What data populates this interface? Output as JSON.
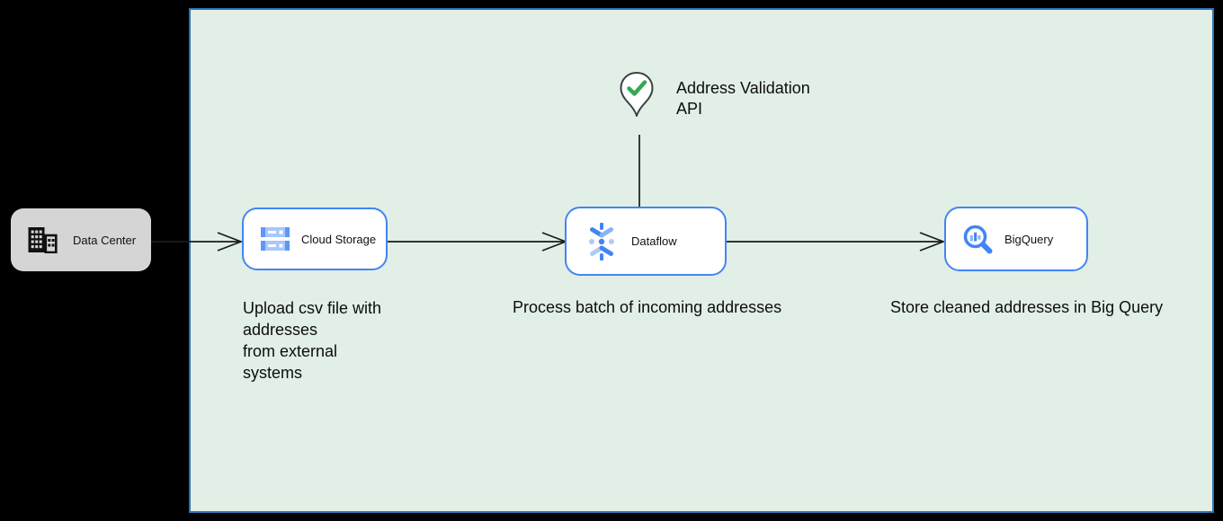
{
  "canvas": {
    "background": "#000000"
  },
  "panel": {
    "fill": "#e1efe6",
    "border_color": "#2e75b6"
  },
  "node_style": {
    "fill": "#ffffff",
    "border_color": "#4285f4",
    "text_color": "#111111"
  },
  "connector_color": "#1a1a1a",
  "nodes": {
    "data_center": {
      "label": "Data Center",
      "fill": "#d5d5d5",
      "icon": "building-icon"
    },
    "cloud_storage": {
      "label": "Cloud Storage",
      "icon": "cloud-storage-icon"
    },
    "dataflow": {
      "label": "Dataflow",
      "icon": "dataflow-icon"
    },
    "bigquery": {
      "label": "BigQuery",
      "icon": "bigquery-icon"
    }
  },
  "annotations": {
    "address_validation": {
      "line1": "Address Validation",
      "line2": "API",
      "icon": "location-pin-check-icon",
      "check_color": "#34a853",
      "pin_outline_color": "#3c4043"
    },
    "upload_note": {
      "lines": [
        "Upload csv file with",
        "addresses",
        "from external",
        "systems"
      ]
    },
    "process_note": "Process batch of incoming addresses",
    "store_note": "Store cleaned addresses in Big Query"
  }
}
